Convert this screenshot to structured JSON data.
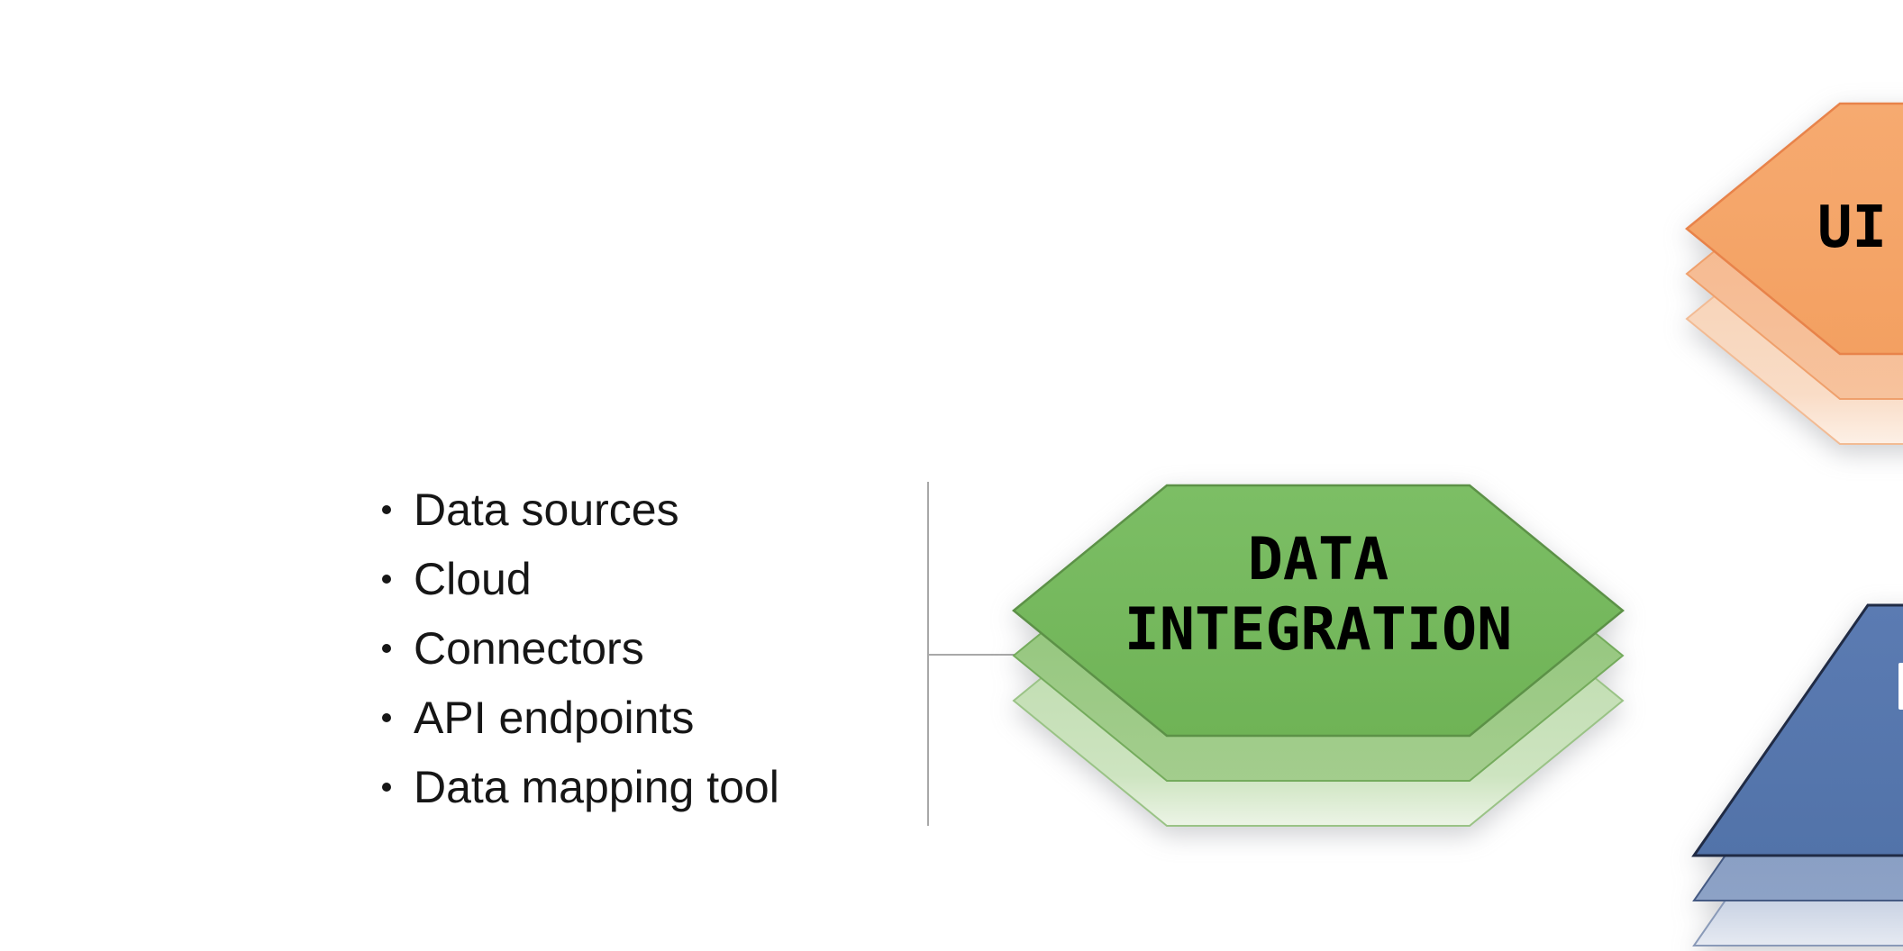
{
  "diagram": {
    "background": "#ffffff",
    "feature_list": {
      "items": [
        {
          "label": "Data sources"
        },
        {
          "label": "Cloud"
        },
        {
          "label": "Connectors"
        },
        {
          "label": "API endpoints"
        },
        {
          "label": "Data mapping tool"
        }
      ]
    },
    "connector": {
      "color": "#a8a8a8"
    },
    "nodes": {
      "data_integration": {
        "shape": "hexagon-stack",
        "label_line1": "DATA",
        "label_line2": "INTEGRATION",
        "fill": "#77bb60",
        "border": "#5c9147",
        "label_color": "#000000"
      },
      "ui": {
        "shape": "hexagon-stack",
        "label": "UI",
        "fill": "#f5a569",
        "border": "#e8834a",
        "label_color": "#000000"
      },
      "blue_trapezoid": {
        "shape": "trapezoid-stack",
        "fill": "#5879b1",
        "border": "#202b45",
        "label_color": "#ffffff"
      }
    }
  }
}
